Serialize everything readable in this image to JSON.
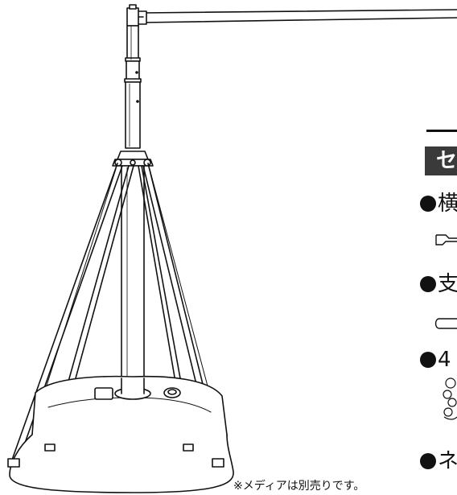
{
  "note": {
    "text": "※メディアは別売りです。"
  },
  "section": {
    "badge_label": "セ"
  },
  "features": [
    {
      "label": "横"
    },
    {
      "label": "支"
    },
    {
      "label": "4"
    },
    {
      "label": "ネ"
    }
  ],
  "colors": {
    "line": "#111111",
    "badge_bg": "#3a3a3a",
    "background": "#ffffff"
  },
  "icons": {
    "clamp_part": "clamp-part-icon",
    "tube_part": "tube-part-icon",
    "bolt_part": "bolt-part-icon"
  }
}
